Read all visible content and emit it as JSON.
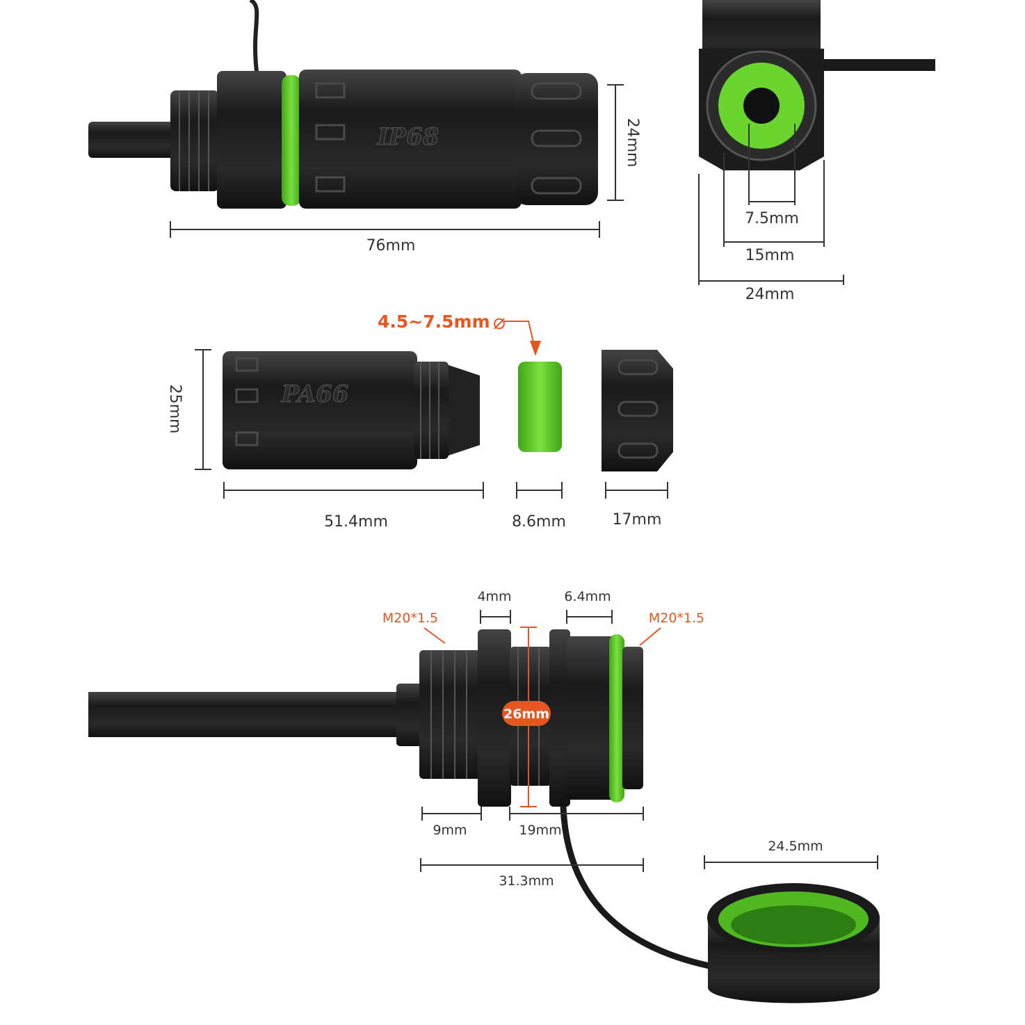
{
  "top_view": {
    "embossed_text": "IP68",
    "length": "76mm",
    "diameter": "24mm"
  },
  "end_view": {
    "inner_hole": "7.5mm",
    "seal_diameter": "15mm",
    "outer_diameter": "24mm"
  },
  "exploded_view": {
    "cable_range": "4.5~7.5mm",
    "cable_range_symbol": "⌀",
    "embossed_text": "PA66",
    "body_diameter": "25mm",
    "body_length": "51.4mm",
    "seal_length": "8.6mm",
    "cap_length": "17mm"
  },
  "panel_view": {
    "thread_left": "M20*1.5",
    "thread_right": "M20*1.5",
    "nut_width": "4mm",
    "flange_width": "6.4mm",
    "flange_diameter": "26mm",
    "front_length": "9mm",
    "rear_length": "19mm",
    "total_length": "31.3mm",
    "cap_diameter": "24.5mm"
  },
  "colors": {
    "accent_green": "#5fd12a",
    "annotation_orange": "#e8561f",
    "body": "#1e1e1e"
  }
}
